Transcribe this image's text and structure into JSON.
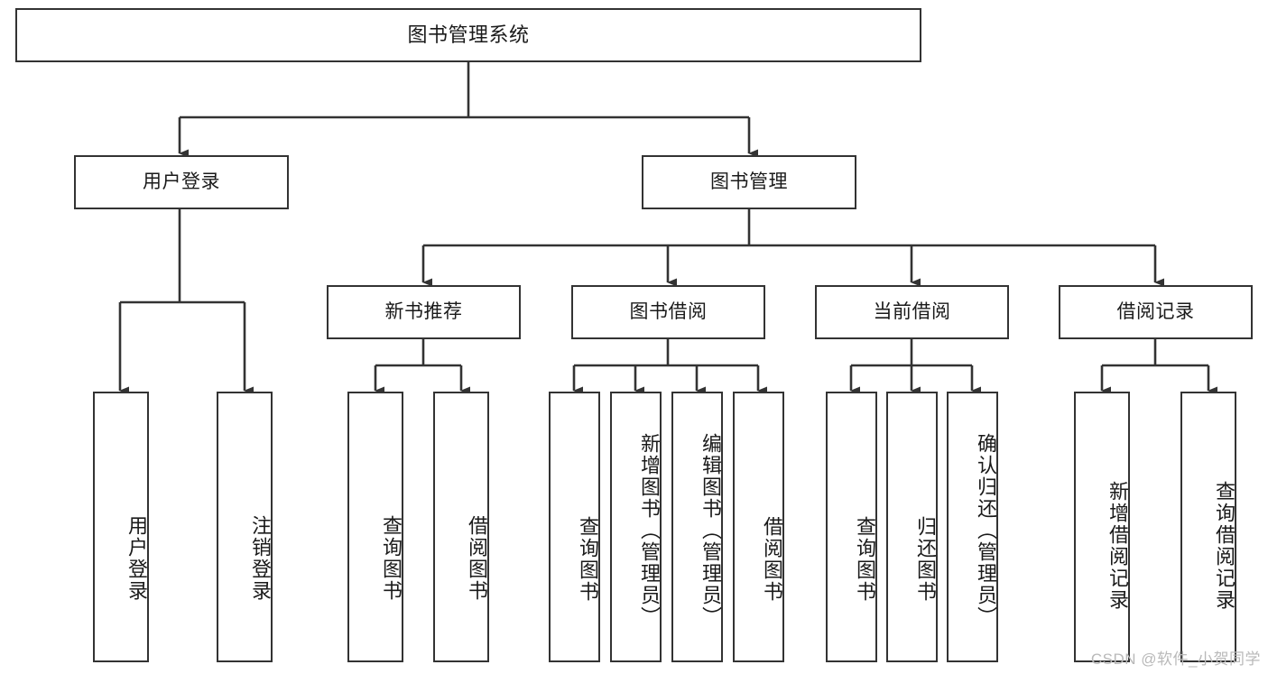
{
  "diagram": {
    "type": "tree-hierarchy-diagram",
    "title": "图书管理系统",
    "background_color": "#ffffff",
    "line_color": "#333333",
    "text_color": "#1a1a1a",
    "watermark": "CSDN @软件_小贺同学"
  },
  "nodes": {
    "root": {
      "label": "图书管理系统"
    },
    "level2": [
      {
        "id": "user-login",
        "label": "用户登录"
      },
      {
        "id": "book-manage",
        "label": "图书管理"
      }
    ],
    "level3": [
      {
        "id": "new-book-recommend",
        "label": "新书推荐"
      },
      {
        "id": "book-borrow",
        "label": "图书借阅"
      },
      {
        "id": "current-borrow",
        "label": "当前借阅"
      },
      {
        "id": "borrow-record",
        "label": "借阅记录"
      }
    ],
    "leaves": {
      "user_login": [
        {
          "id": "leaf-user-login",
          "label": "用户登录"
        },
        {
          "id": "leaf-user-logout",
          "label": "注销登录"
        }
      ],
      "new_book_recommend": [
        {
          "id": "leaf-query-book-1",
          "label": "查询图书"
        },
        {
          "id": "leaf-borrow-book-1",
          "label": "借阅图书"
        }
      ],
      "book_borrow": [
        {
          "id": "leaf-query-book-2",
          "label": "查询图书"
        },
        {
          "id": "leaf-add-book",
          "label": "新增图书（管理员）"
        },
        {
          "id": "leaf-edit-book",
          "label": "编辑图书（管理员）"
        },
        {
          "id": "leaf-borrow-book-2",
          "label": "借阅图书"
        }
      ],
      "current_borrow": [
        {
          "id": "leaf-query-book-3",
          "label": "查询图书"
        },
        {
          "id": "leaf-return-book",
          "label": "归还图书"
        },
        {
          "id": "leaf-confirm-return",
          "label": "确认归还（管理员）"
        }
      ],
      "borrow_record": [
        {
          "id": "leaf-add-record",
          "label": "新增借阅记录"
        },
        {
          "id": "leaf-query-record",
          "label": "查询借阅记录"
        }
      ]
    }
  }
}
